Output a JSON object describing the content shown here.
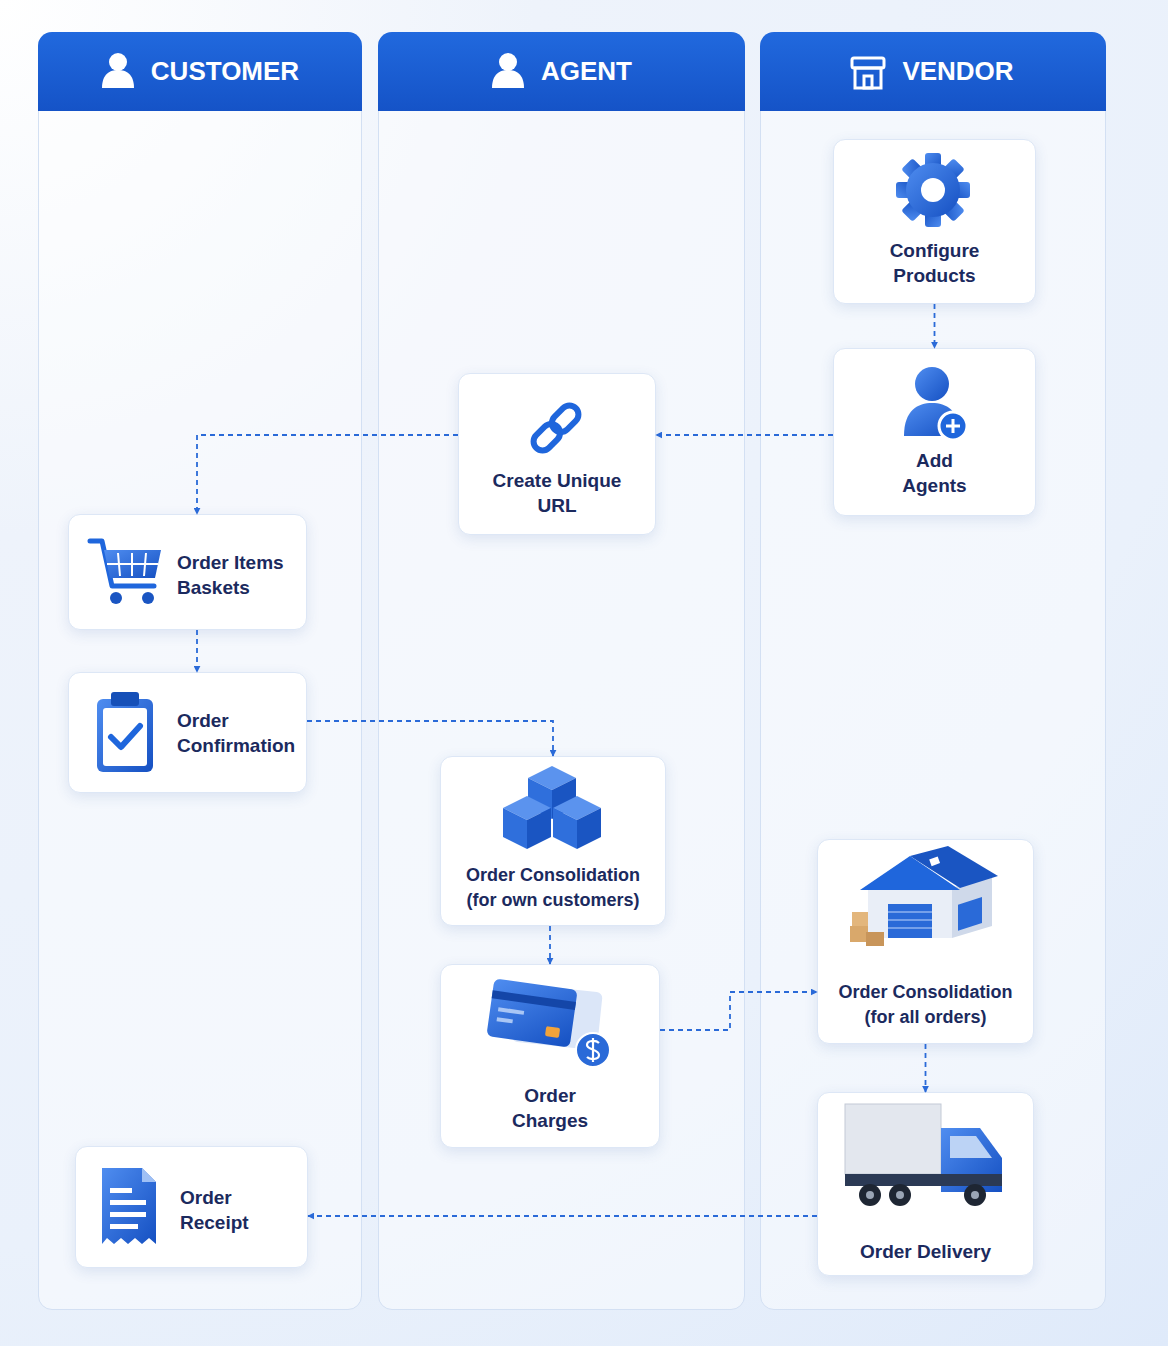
{
  "diagram": {
    "nodes": [
      {
        "text": [
          "CUSTOMER"
        ]
      },
      {
        "text": [
          "AGENT"
        ]
      },
      {
        "text": [
          "VENDOR"
        ]
      },
      {
        "text": [
          "Configure Products"
        ],
        "in": 2
      },
      {
        "text": [
          "Add Agents"
        ],
        "in": 2
      },
      {
        "text": [
          "Create Unique URL"
        ],
        "in": 1
      },
      {
        "text": [
          "Order Items Baskets"
        ],
        "in": 0
      },
      {
        "text": [
          "Order Confirmation"
        ],
        "in": 0
      },
      {
        "text": [
          "Order Consolidation (for own customers)"
        ],
        "in": 1
      },
      {
        "text": [
          "Order Consolidation (for all orders)"
        ],
        "in": 2
      },
      {
        "text": [
          "Order Charges"
        ],
        "in": 1
      },
      {
        "text": [
          "Order Delivery"
        ],
        "in": 2
      },
      {
        "text": [
          "Order Receipt"
        ],
        "in": 0
      }
    ],
    "edges": [
      {
        "from": 3,
        "to": 4,
        "arrow": "to"
      },
      {
        "from": 4,
        "to": 5,
        "arrow": "to"
      },
      {
        "from": 5,
        "to": 6,
        "arrow": "to"
      },
      {
        "from": 6,
        "to": 7,
        "arrow": "to"
      },
      {
        "from": 7,
        "to": 8,
        "arrow": "to"
      },
      {
        "from": 8,
        "to": 10,
        "arrow": "to"
      },
      {
        "from": 10,
        "to": 9,
        "arrow": "to"
      },
      {
        "from": 9,
        "to": 11,
        "arrow": "to"
      },
      {
        "from": 11,
        "to": 12,
        "arrow": "to"
      }
    ]
  }
}
